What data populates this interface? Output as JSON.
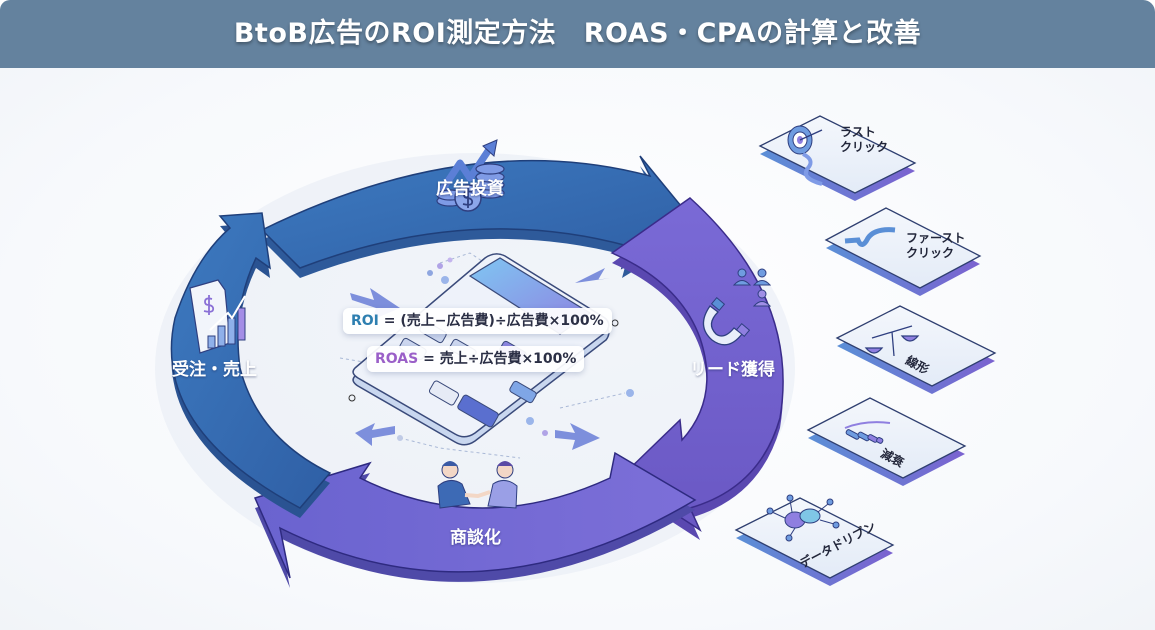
{
  "header": {
    "title": "BtoB広告のROI測定方法　ROAS・CPAの計算と改善"
  },
  "cycle": {
    "stages": [
      {
        "id": "investment",
        "label": "広告投資",
        "icon": "coins-growth-icon"
      },
      {
        "id": "lead",
        "label": "リード獲得",
        "icon": "magnet-people-icon"
      },
      {
        "id": "negotiation",
        "label": "商談化",
        "icon": "handshake-icon"
      },
      {
        "id": "sales",
        "label": "受注・売上",
        "icon": "invoice-chart-icon"
      }
    ]
  },
  "formulas": {
    "roi": {
      "key": "ROI",
      "expression": " = (売上−広告費)÷広告費×100%"
    },
    "roas": {
      "key": "ROAS",
      "expression": " = 売上÷広告費×100%"
    }
  },
  "attribution_models": [
    {
      "label": "ラスト\nクリック",
      "icon": "target-arrow-icon"
    },
    {
      "label": "ファースト\nクリック",
      "icon": "curved-arrow-icon"
    },
    {
      "label": "線形",
      "icon": "balance-scale-icon"
    },
    {
      "label": "減衰",
      "icon": "decay-bars-icon"
    },
    {
      "label": "データドリブン",
      "icon": "brain-network-icon"
    }
  ],
  "colors": {
    "header_bg": "#64829e",
    "arc_blue": "#3a6fb5",
    "arc_purple": "#7a62d0",
    "roi_accent": "#2d7fb0",
    "roas_accent": "#9a5fc8"
  }
}
